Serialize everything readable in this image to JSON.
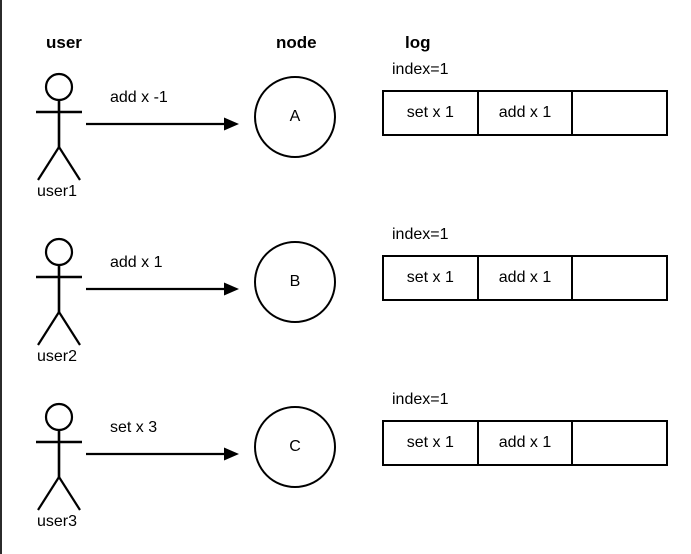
{
  "headers": {
    "user": "user",
    "node": "node",
    "log": "log"
  },
  "colors": {
    "stroke": "#000000",
    "background": "#ffffff",
    "text": "#000000"
  },
  "log_columns": 3,
  "rows": [
    {
      "actor_label": "user1",
      "actor_icon": "stick-figure-icon",
      "message": "add x -1",
      "node_label": "A",
      "log": {
        "index_label": "index=1",
        "cells": [
          "set x 1",
          "add x 1",
          ""
        ]
      }
    },
    {
      "actor_label": "user2",
      "actor_icon": "stick-figure-icon",
      "message": "add x 1",
      "node_label": "B",
      "log": {
        "index_label": "index=1",
        "cells": [
          "set x 1",
          "add x 1",
          ""
        ]
      }
    },
    {
      "actor_label": "user3",
      "actor_icon": "stick-figure-icon",
      "message": "set x 3",
      "node_label": "C",
      "log": {
        "index_label": "index=1",
        "cells": [
          "set x 1",
          "add x 1",
          ""
        ]
      }
    }
  ]
}
